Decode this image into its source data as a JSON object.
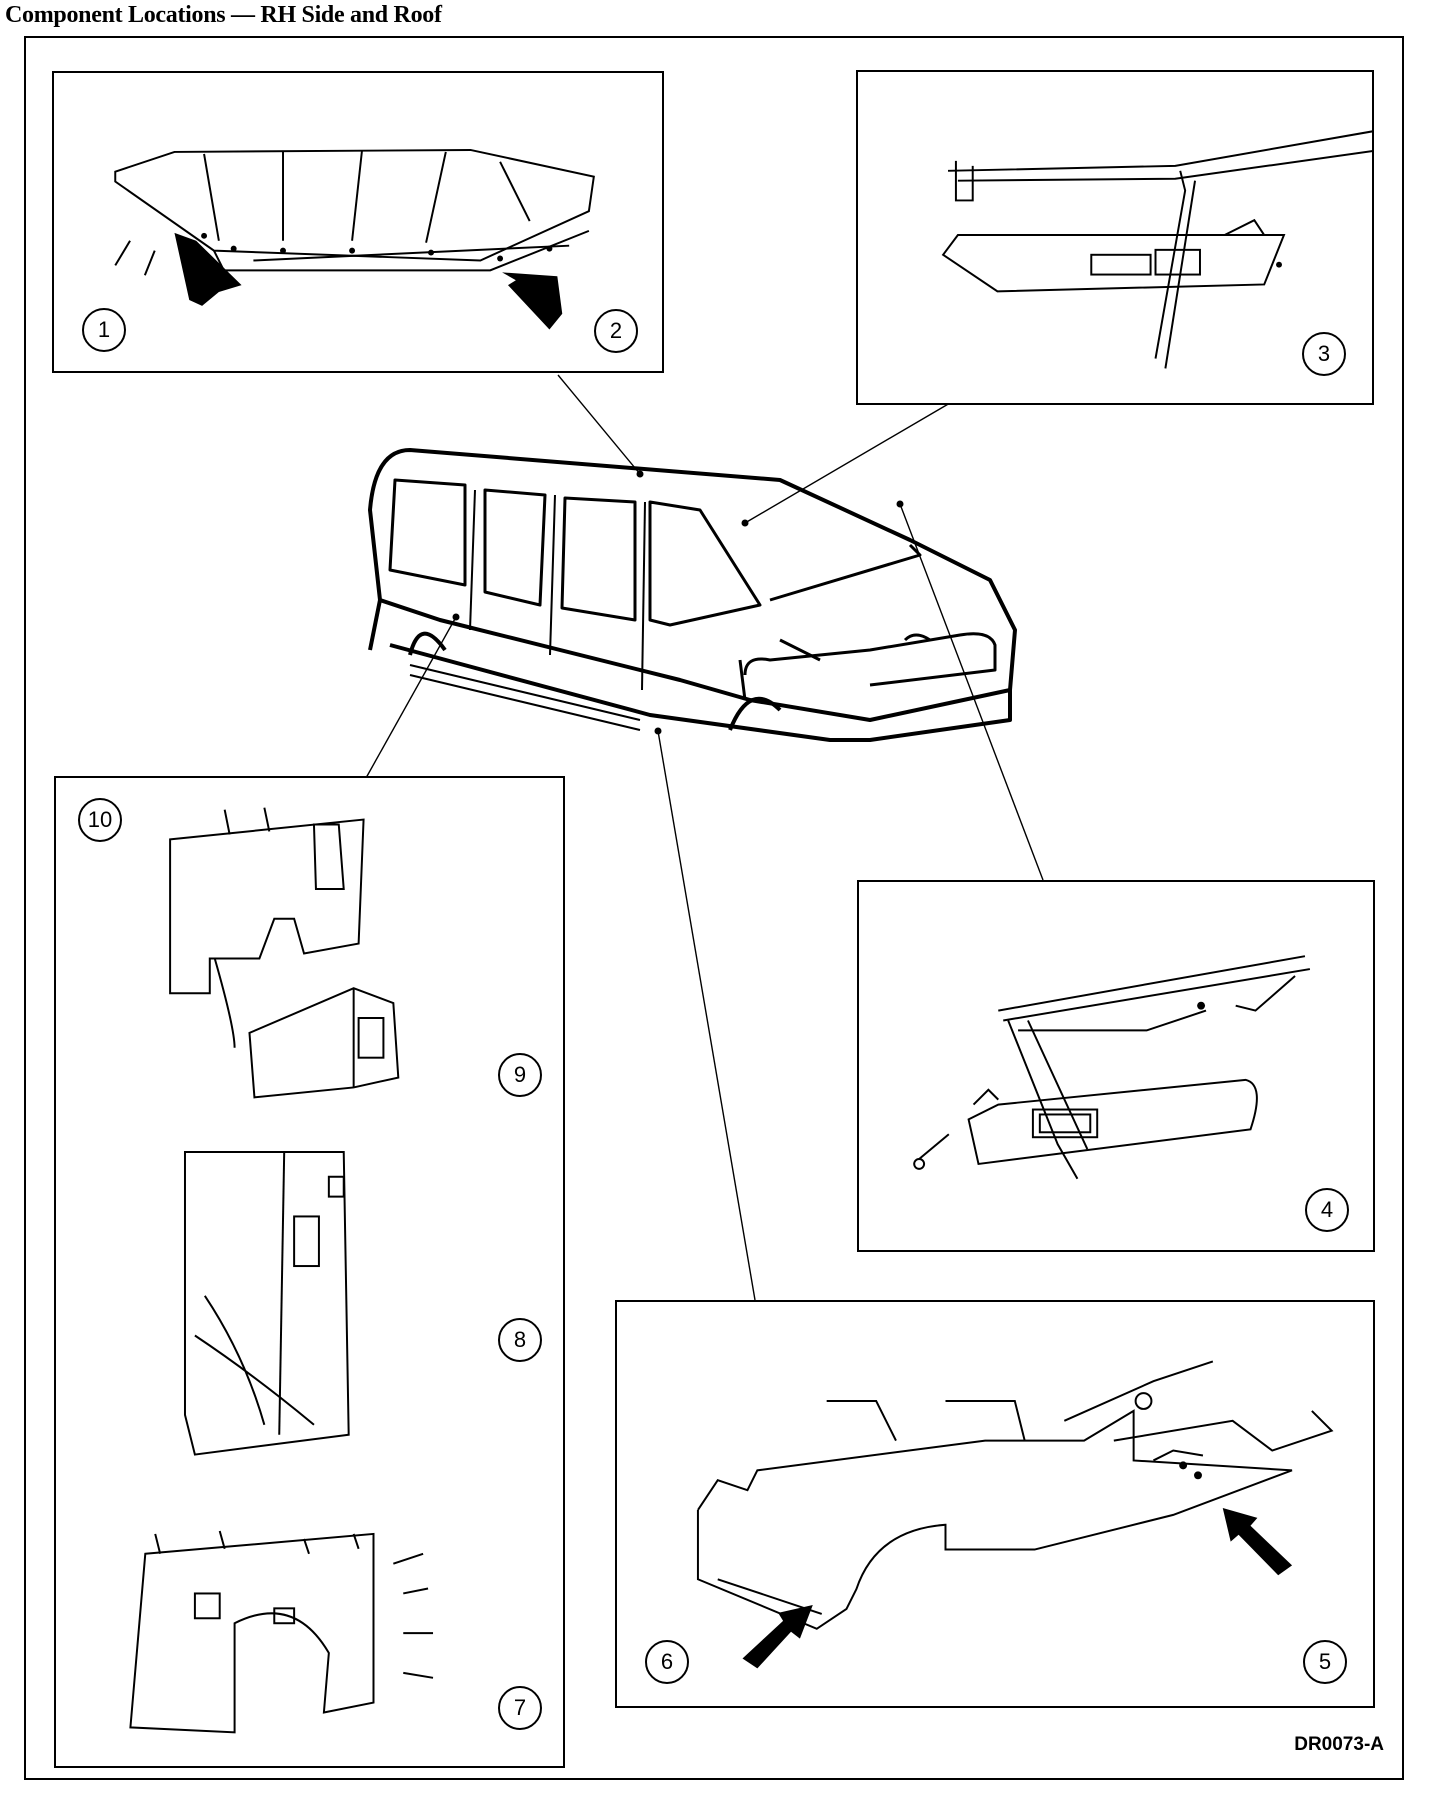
{
  "title": "Component Locations — RH Side and Roof",
  "reference_code": "DR0073-A",
  "callouts": [
    "1",
    "2",
    "3",
    "4",
    "5",
    "6",
    "7",
    "8",
    "9",
    "10"
  ]
}
